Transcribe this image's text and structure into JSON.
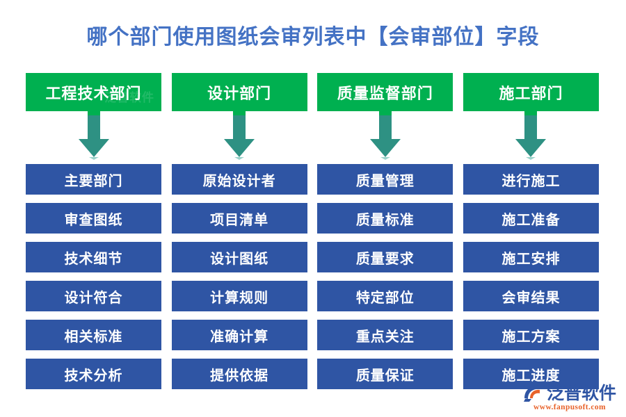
{
  "title": "哪个部门使用图纸会审列表中【会审部位】字段",
  "colors": {
    "title": "#4472C4",
    "header_green": "#00B050",
    "item_blue": "#2F55A4",
    "arrow_teal": "#2E9183",
    "arrow_teal_dark": "#208060",
    "text_white": "#FFFFFF",
    "brand_blue": "#2F55A4",
    "brand_orange": "#E8622A"
  },
  "columns": [
    {
      "header": "工程技术部门",
      "arrow": "down-arrow-icon",
      "items": [
        "主要部门",
        "审查图纸",
        "技术细节",
        "设计符合",
        "相关标准",
        "技术分析"
      ]
    },
    {
      "header": "设计部门",
      "arrow": "down-arrow-icon",
      "items": [
        "原始设计者",
        "项目清单",
        "设计图纸",
        "计算规则",
        "准确计算",
        "提供依据"
      ]
    },
    {
      "header": "质量监督部门",
      "arrow": "down-arrow-icon",
      "items": [
        "质量管理",
        "质量标准",
        "质量要求",
        "特定部位",
        "重点关注",
        "质量保证"
      ]
    },
    {
      "header": "施工部门",
      "arrow": "down-arrow-icon",
      "items": [
        "进行施工",
        "施工准备",
        "施工安排",
        "会审结果",
        "施工方案",
        "施工进度"
      ]
    }
  ],
  "watermark": {
    "text": "泛普软件"
  },
  "brand": {
    "name": "泛普软件",
    "url": "www.fanpusoft.com"
  }
}
